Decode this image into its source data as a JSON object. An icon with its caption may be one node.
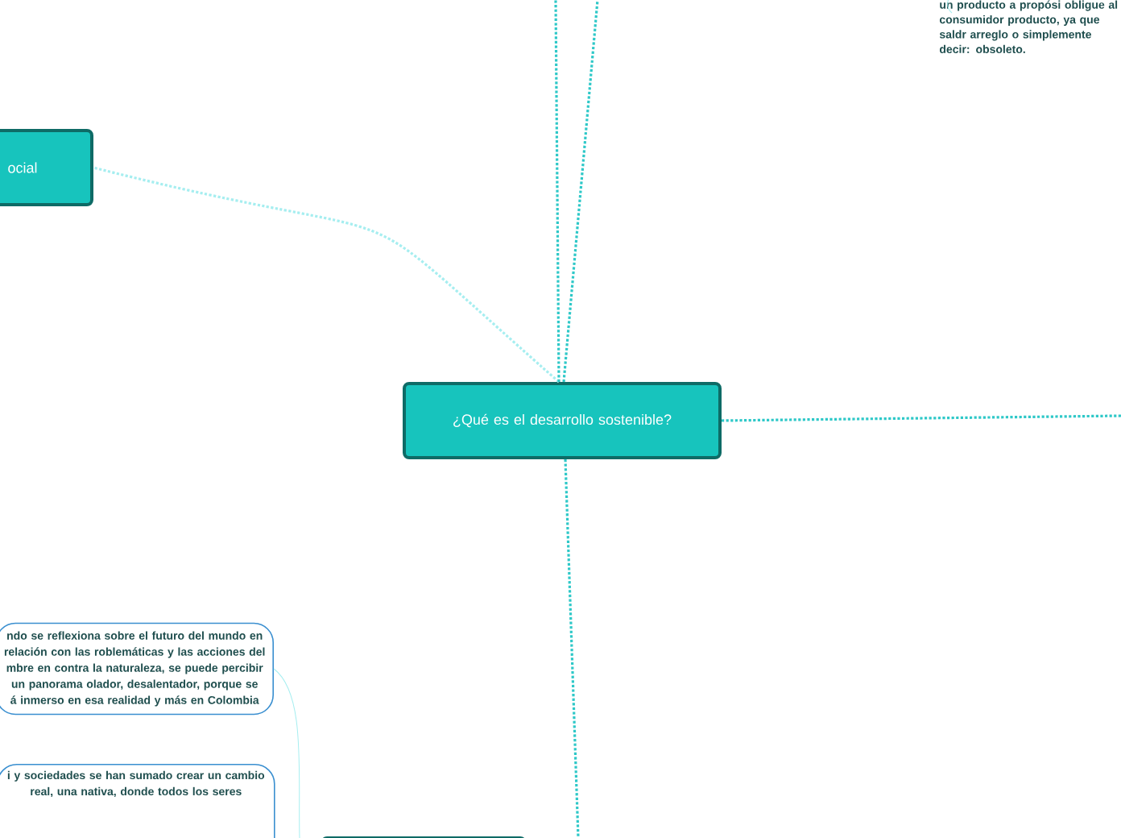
{
  "diagram": {
    "nodes": [
      {
        "text": [
          "¿Qué es el desarrollo sostenible?"
        ]
      },
      {
        "text": [
          "ocial"
        ]
      },
      {
        "text": [
          "un producto a propósi obligue al consumidor producto, ya que saldr arreglo o simplemente decir: obsoleto."
        ]
      },
      {
        "text": [
          "ndo se reflexiona sobre el futuro del mundo en relación con las roblemáticas y las acciones del mbre en contra la naturaleza, se puede percibir un panorama olador, desalentador, porque se á inmerso en esa realidad y más en Colombia"
        ]
      },
      {
        "text": [
          "i y sociedades se han sumado crear un cambio real, una nativa, donde todos los seres"
        ]
      },
      {
        "text": [],
        "shape": "box"
      }
    ],
    "edges": [
      {
        "from": 0,
        "to": 1,
        "arrow": "none",
        "style": "dashed",
        "color": "#a6eef0"
      },
      {
        "from": 0,
        "to": null,
        "arrow": "none",
        "style": "dashed"
      },
      {
        "from": 0,
        "to": null,
        "arrow": "none",
        "style": "dashed"
      },
      {
        "from": 0,
        "to": null,
        "arrow": "none",
        "style": "dashed"
      },
      {
        "from": 0,
        "to": null,
        "arrow": "none",
        "style": "dashed"
      },
      {
        "from": 3,
        "to": null,
        "arrow": "none",
        "color": "#a6eef0"
      },
      {
        "from": null,
        "to": 2,
        "arrow": "none",
        "color": "#a6eef0"
      }
    ]
  }
}
